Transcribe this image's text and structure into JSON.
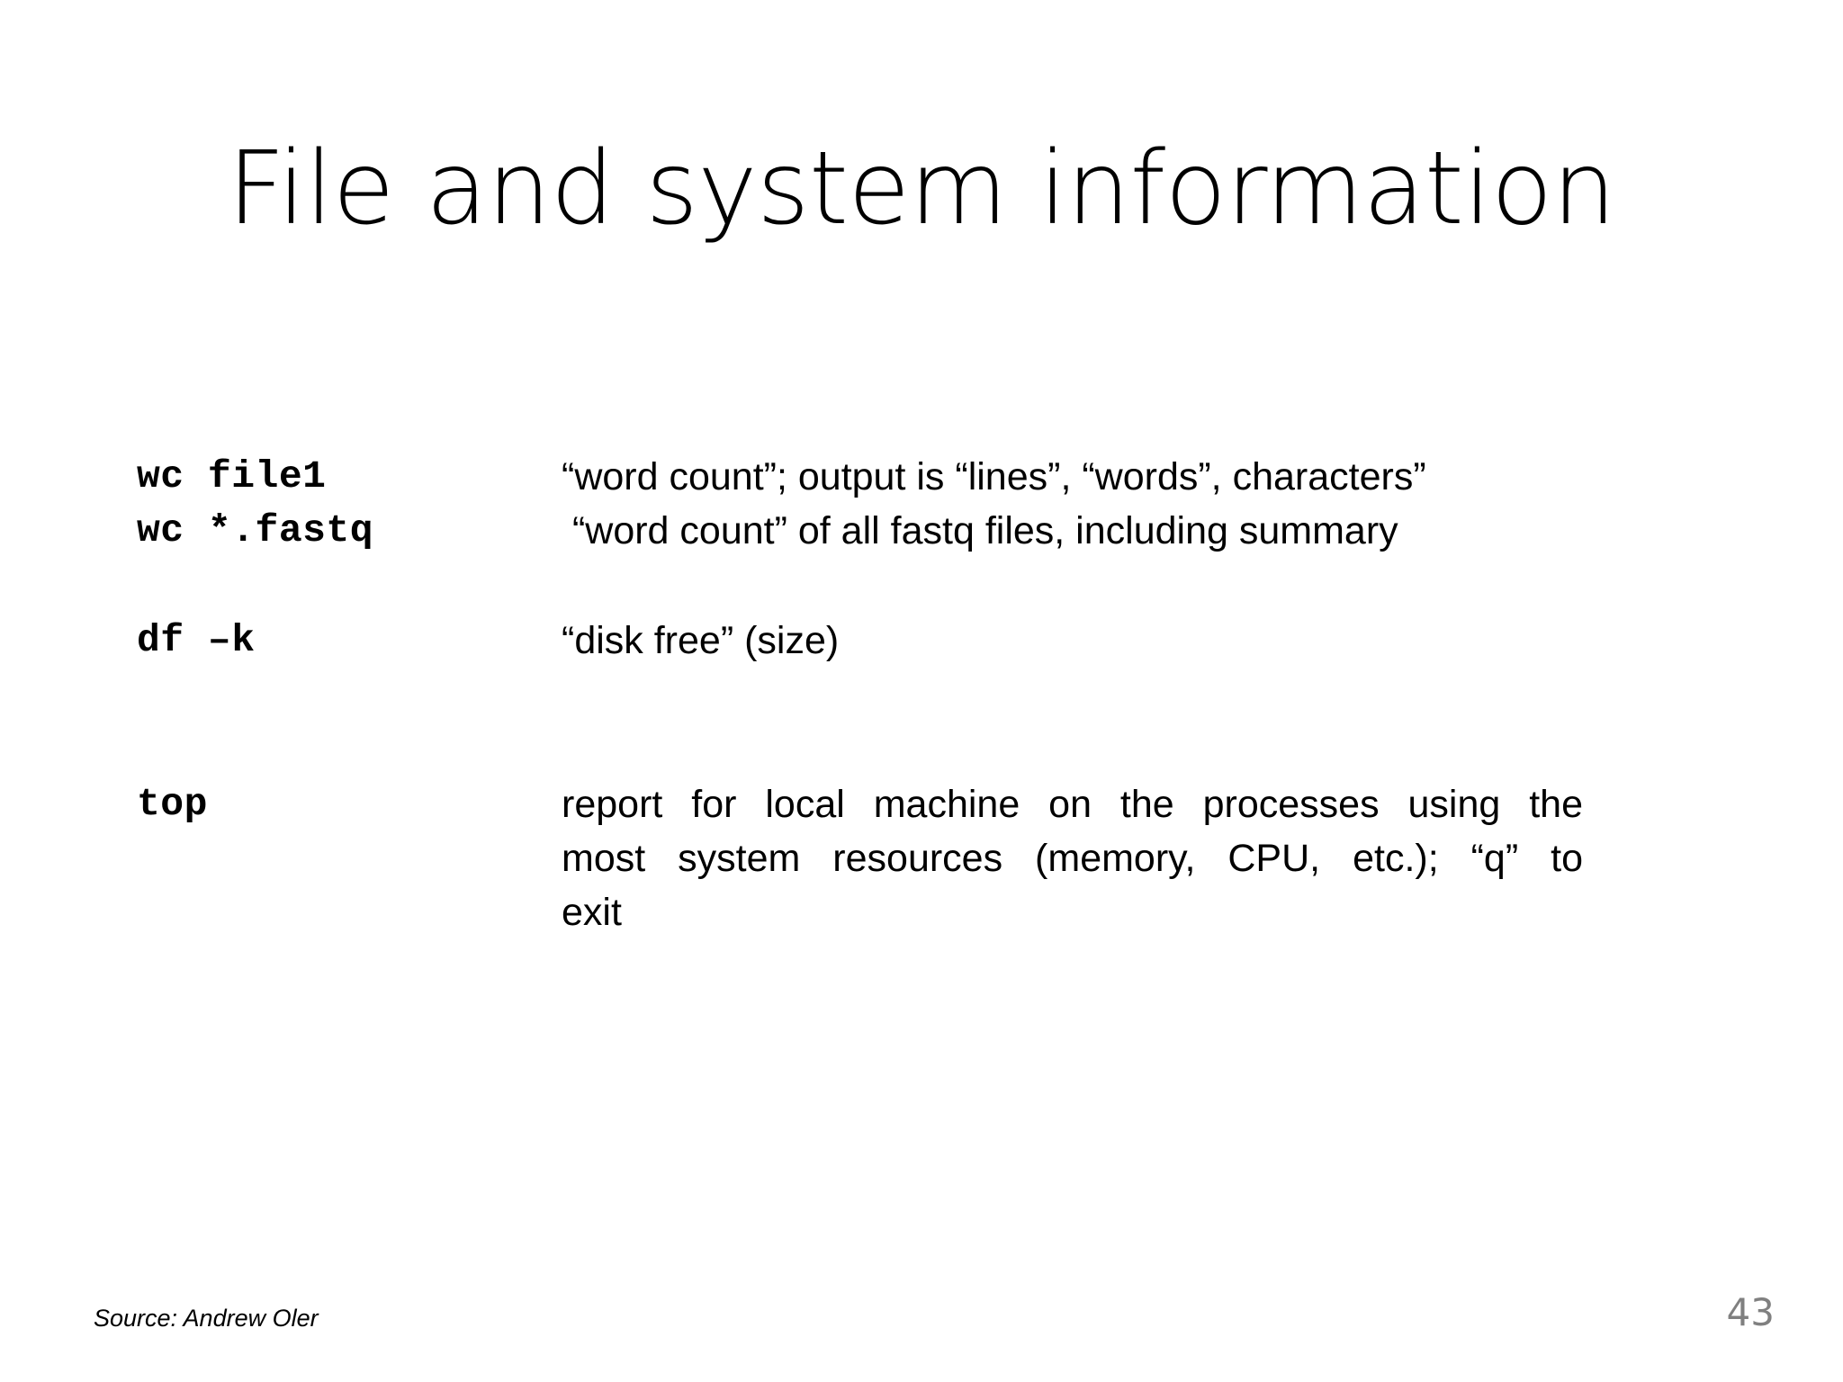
{
  "slide": {
    "title": "File and system information",
    "background_color": "#ffffff",
    "text_color": "#000000"
  },
  "entries": [
    {
      "command": "wc file1",
      "description": "“word count”; output is “lines”, “words”, characters”"
    },
    {
      "command": "wc *.fastq",
      "description": " “word count” of all fastq files, including summary"
    },
    {
      "command": "df –k",
      "description": "“disk free” (size)"
    },
    {
      "command": "top",
      "description_lines": [
        "report for local machine on the processes using the",
        "most system resources (memory, CPU, etc.); “q” to",
        "exit"
      ]
    }
  ],
  "footer": {
    "source": "Source: Andrew Oler",
    "page_number": "43",
    "page_number_color": "#808080"
  }
}
